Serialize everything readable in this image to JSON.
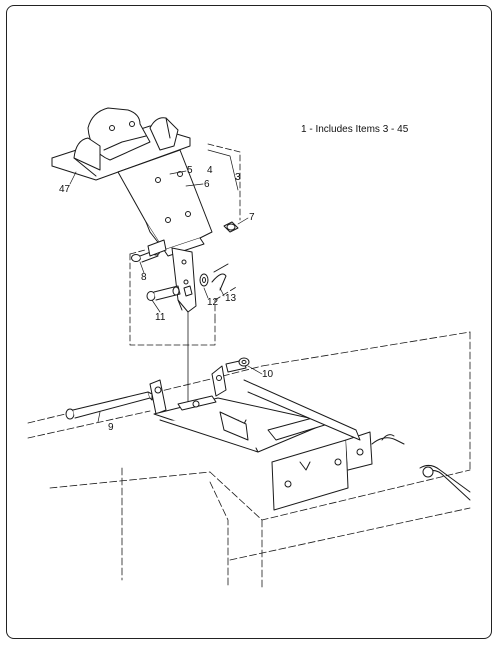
{
  "note": "1 - Includes Items 3 - 45",
  "callouts": {
    "c3": "3",
    "c4": "4",
    "c5": "5",
    "c6": "6",
    "c7": "7",
    "c8": "8",
    "c9": "9",
    "c10": "10",
    "c11": "11",
    "c12": "12",
    "c13": "13",
    "c47": "47"
  },
  "colors": {
    "ink": "#1a1a1a",
    "background": "#ffffff"
  }
}
